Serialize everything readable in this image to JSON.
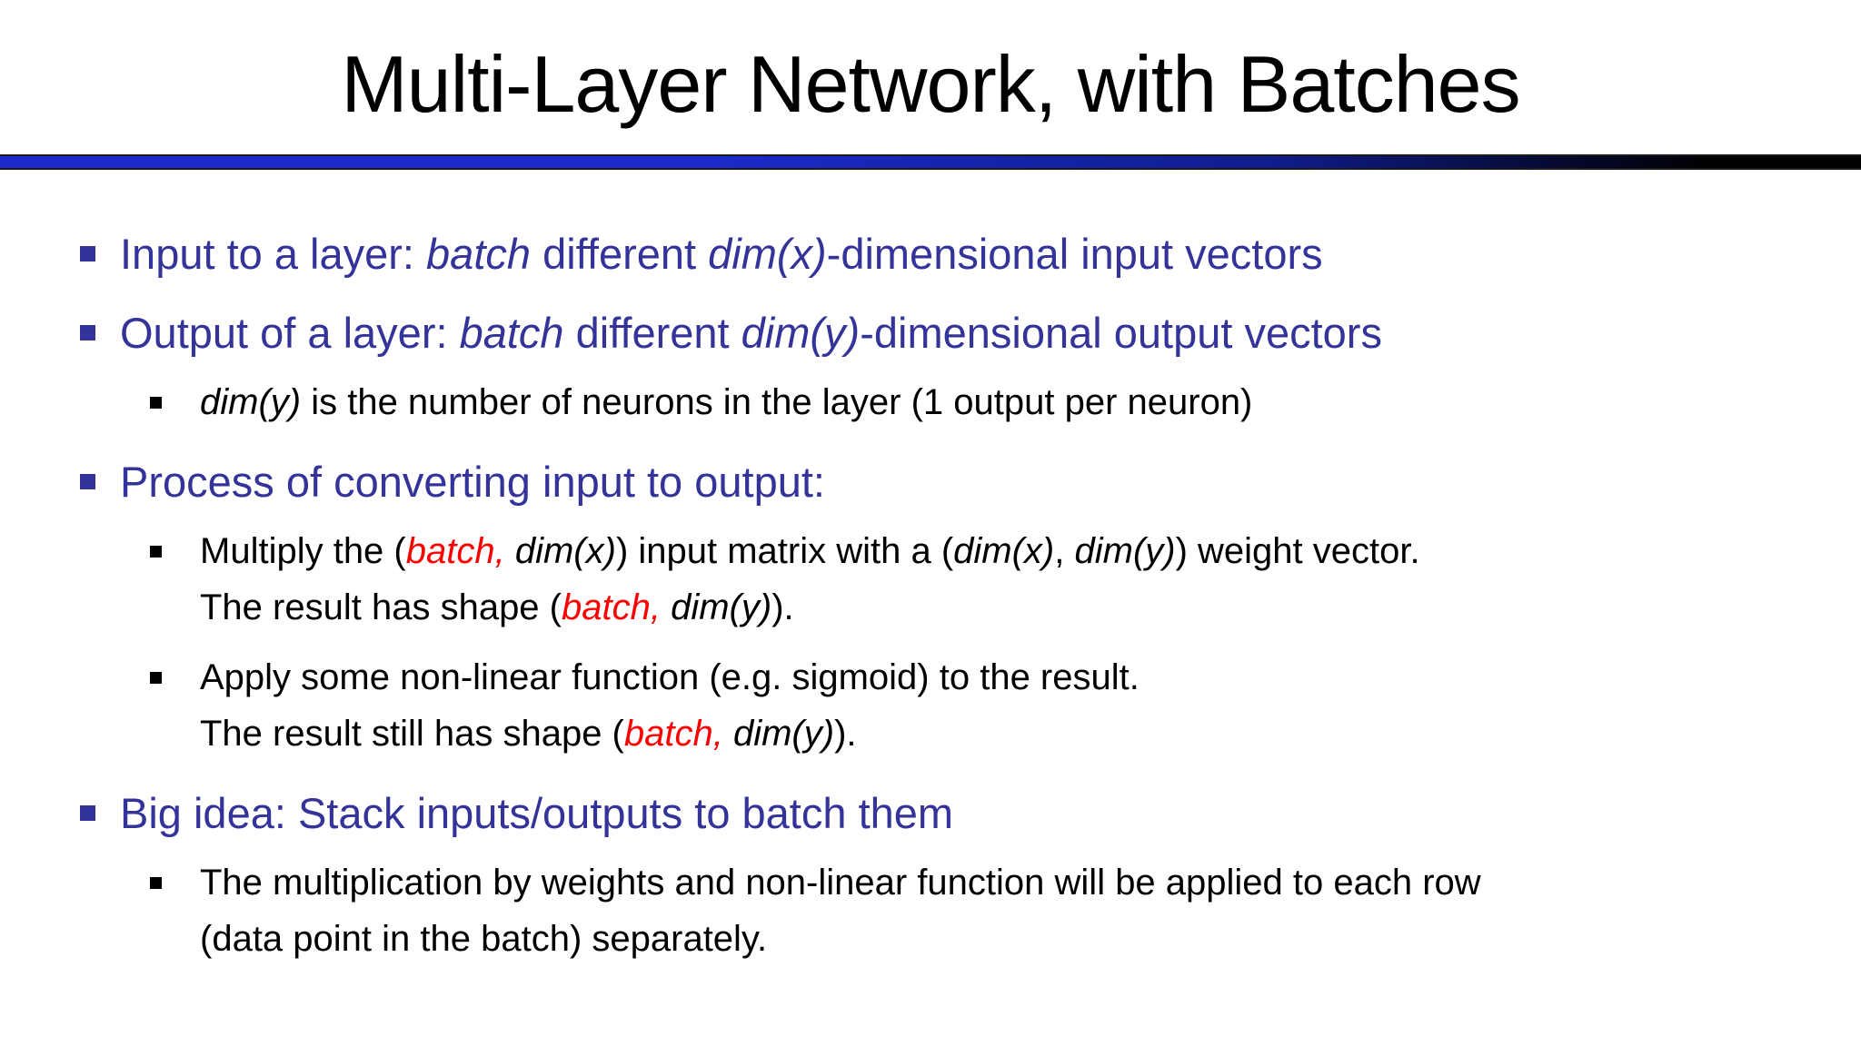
{
  "slide": {
    "title": "Multi-Layer Network, with Batches",
    "colors": {
      "accent_blue": "#333399",
      "red": "#ff0000",
      "title_black": "#000000",
      "bar_blue": "#1b2ac9",
      "bar_mid": "#101d8e",
      "bar_end": "#000000",
      "bar_border": "#1a1a1a"
    },
    "bullets": [
      {
        "level": 1,
        "color": "blue",
        "segments": [
          {
            "t": "Input to a layer: "
          },
          {
            "t": "batch",
            "i": true
          },
          {
            "t": " different "
          },
          {
            "t": "dim(x)",
            "i": true
          },
          {
            "t": "-dimensional input vectors"
          }
        ]
      },
      {
        "level": 1,
        "color": "blue",
        "segments": [
          {
            "t": "Output of a layer: "
          },
          {
            "t": "batch",
            "i": true
          },
          {
            "t": " different "
          },
          {
            "t": "dim(y)",
            "i": true
          },
          {
            "t": "-dimensional output vectors"
          }
        ]
      },
      {
        "level": 2,
        "color": "black",
        "segments": [
          {
            "t": "dim(y)",
            "i": true
          },
          {
            "t": " is the number of neurons in the layer (1 output per neuron)"
          }
        ]
      },
      {
        "level": 1,
        "color": "blue",
        "segments": [
          {
            "t": "Process of converting input to output:"
          }
        ]
      },
      {
        "level": 2,
        "color": "black",
        "segments": [
          {
            "t": "Multiply the ("
          },
          {
            "t": "batch,",
            "i": true,
            "c": "red"
          },
          {
            "t": " "
          },
          {
            "t": "dim(x)",
            "i": true
          },
          {
            "t": ") input matrix with a ("
          },
          {
            "t": "dim(x)",
            "i": true
          },
          {
            "t": ", "
          },
          {
            "t": "dim(y)",
            "i": true
          },
          {
            "t": ") weight vector."
          },
          {
            "br": true
          },
          {
            "t": "The result has shape ("
          },
          {
            "t": "batch,",
            "i": true,
            "c": "red"
          },
          {
            "t": " "
          },
          {
            "t": "dim(y)",
            "i": true
          },
          {
            "t": ")."
          }
        ]
      },
      {
        "level": 2,
        "color": "black",
        "segments": [
          {
            "t": "Apply some non-linear function (e.g. sigmoid) to the result."
          },
          {
            "br": true
          },
          {
            "t": "The result still has shape ("
          },
          {
            "t": "batch,",
            "i": true,
            "c": "red"
          },
          {
            "t": " "
          },
          {
            "t": "dim(y)",
            "i": true
          },
          {
            "t": ")."
          }
        ]
      },
      {
        "level": 1,
        "color": "blue",
        "segments": [
          {
            "t": "Big idea: Stack inputs/outputs to batch them"
          }
        ]
      },
      {
        "level": 2,
        "color": "black",
        "segments": [
          {
            "t": "The multiplication by weights and non-linear function will be applied to each row"
          },
          {
            "br": true
          },
          {
            "t": "(data point in the batch) separately."
          }
        ]
      }
    ]
  }
}
